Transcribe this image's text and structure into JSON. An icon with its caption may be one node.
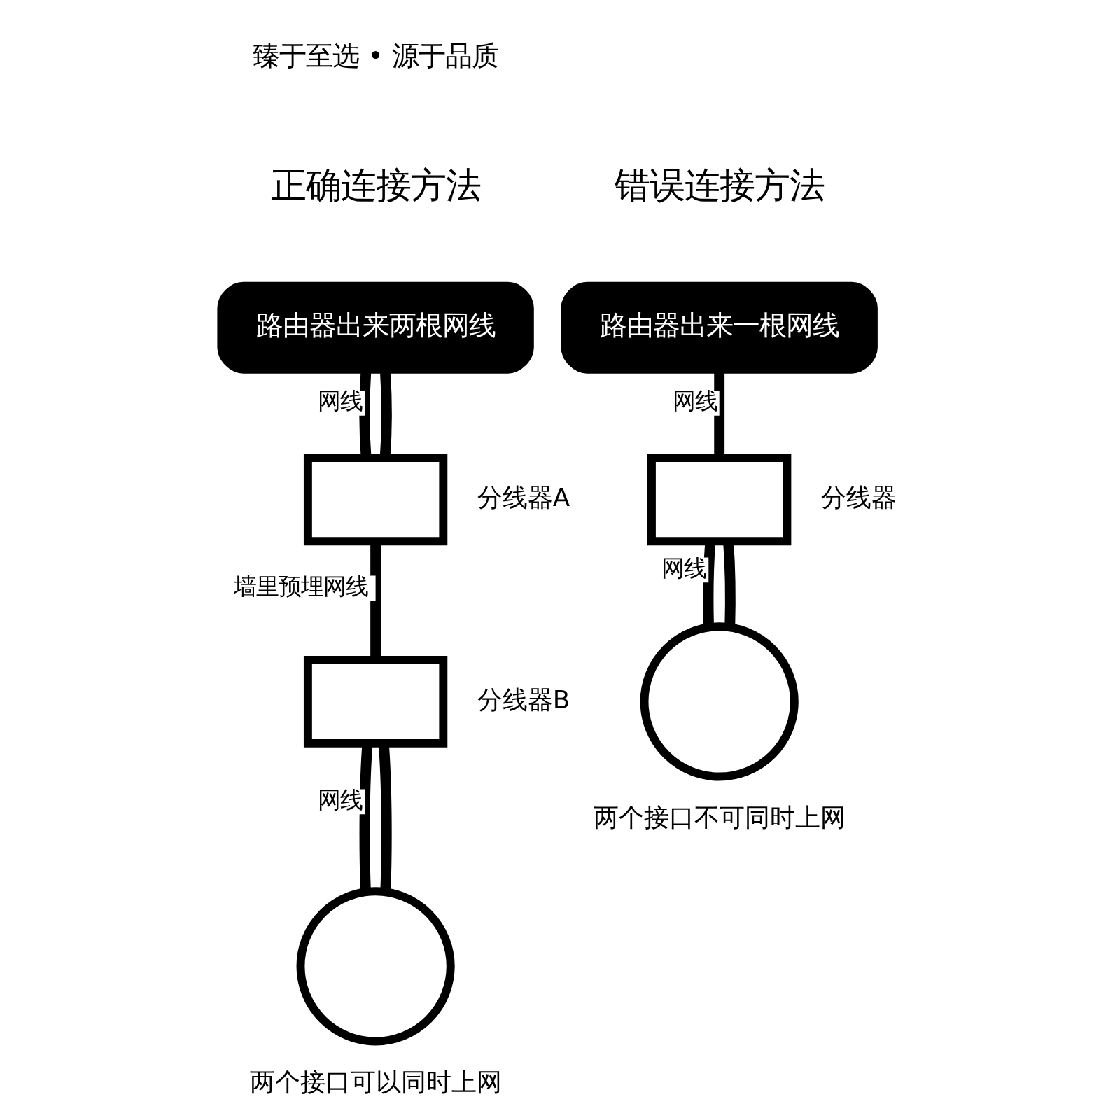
{
  "diagram": {
    "nodes": [
      {
        "text": [
          "路由器出来两根网线"
        ]
      },
      {
        "text": [],
        "shape": "box",
        "beside": [
          "分线器A"
        ]
      },
      {
        "text": [],
        "shape": "box",
        "beside": [
          "分线器B"
        ]
      },
      {
        "text": [],
        "shape": "circle",
        "beside": [
          "两个接口可以同时上网"
        ]
      },
      {
        "text": [
          "路由器出来一根网线"
        ]
      },
      {
        "text": [],
        "shape": "box",
        "beside": [
          "分线器"
        ]
      },
      {
        "text": [],
        "shape": "circle",
        "beside": [
          "两个接口不可同时上网"
        ]
      }
    ],
    "edges": [
      {
        "from": 0,
        "to": 1,
        "arrow": "none",
        "label": "网线"
      },
      {
        "from": 0,
        "to": 1,
        "arrow": "none"
      },
      {
        "from": 1,
        "to": 2,
        "arrow": "none",
        "label": "墙里预埋网线"
      },
      {
        "from": 2,
        "to": 3,
        "arrow": "none",
        "label": "网线"
      },
      {
        "from": 2,
        "to": 3,
        "arrow": "none"
      },
      {
        "from": 4,
        "to": 5,
        "arrow": "none",
        "label": "网线"
      },
      {
        "from": 5,
        "to": 6,
        "arrow": "none",
        "label": "网线"
      },
      {
        "from": 5,
        "to": 6,
        "arrow": "none"
      }
    ],
    "labels": [
      "臻于至选 • 源于品质",
      "正确连接方法",
      "错误连接方法"
    ]
  }
}
